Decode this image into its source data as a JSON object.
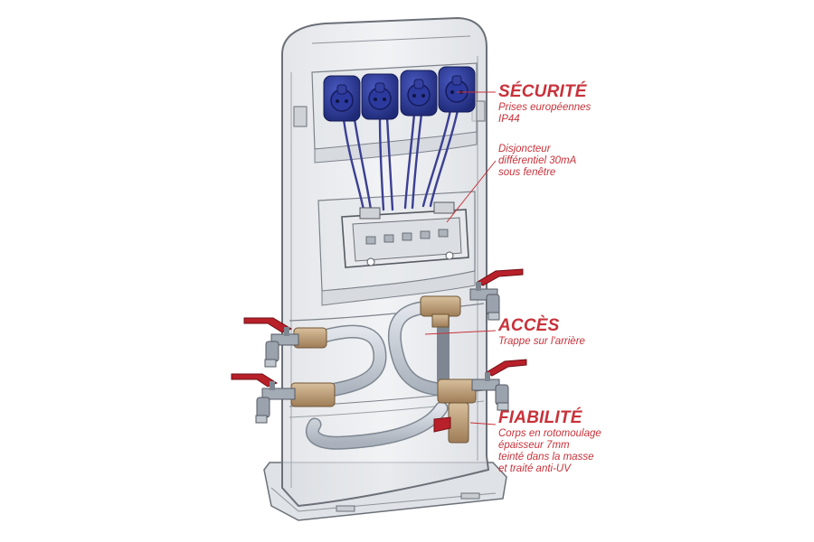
{
  "colors": {
    "accent": "#c8323a",
    "socket_blue": "#2a3a9a",
    "valve_handle": "#b8202a",
    "brass": "#b89670",
    "pipe": "#c3cad4",
    "housing_outline": "#6b7078"
  },
  "callouts": {
    "securite": {
      "title": "SÉCURITÉ",
      "lines": [
        "Prises européennes",
        "IP44"
      ]
    },
    "disjoncteur": {
      "lines": [
        "Disjoncteur",
        "différentiel 30mA",
        "sous fenêtre"
      ]
    },
    "acces": {
      "title": "ACCÈS",
      "lines": [
        "Trappe sur l'arrière"
      ]
    },
    "fiabilite": {
      "title": "FIABILITÉ",
      "lines": [
        "Corps en rotomoulage",
        "épaisseur 7mm",
        "teinté dans la masse",
        "et traité anti-UV"
      ]
    }
  },
  "icons": [
    "power-socket-icon",
    "circuit-breaker-icon",
    "water-valve-icon"
  ]
}
